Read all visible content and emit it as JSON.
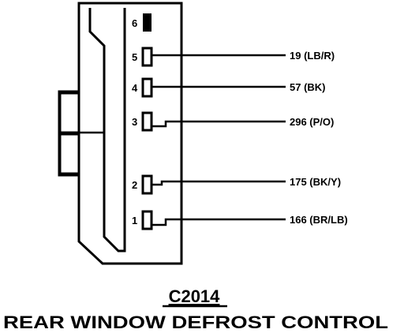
{
  "connector": {
    "id": "C2014",
    "title": "REAR WINDOW DEFROST CONTROL"
  },
  "pins": [
    {
      "number": "6",
      "wire": "",
      "filled": true
    },
    {
      "number": "5",
      "wire": "19 (LB/R)",
      "filled": false
    },
    {
      "number": "4",
      "wire": "57 (BK)",
      "filled": false
    },
    {
      "number": "3",
      "wire": "296 (P/O)",
      "filled": false
    },
    {
      "number": "2",
      "wire": "175 (BK/Y)",
      "filled": false
    },
    {
      "number": "1",
      "wire": "166 (BR/LB)",
      "filled": false
    }
  ],
  "colors": {
    "ink": "#000000",
    "background": "#ffffff"
  }
}
